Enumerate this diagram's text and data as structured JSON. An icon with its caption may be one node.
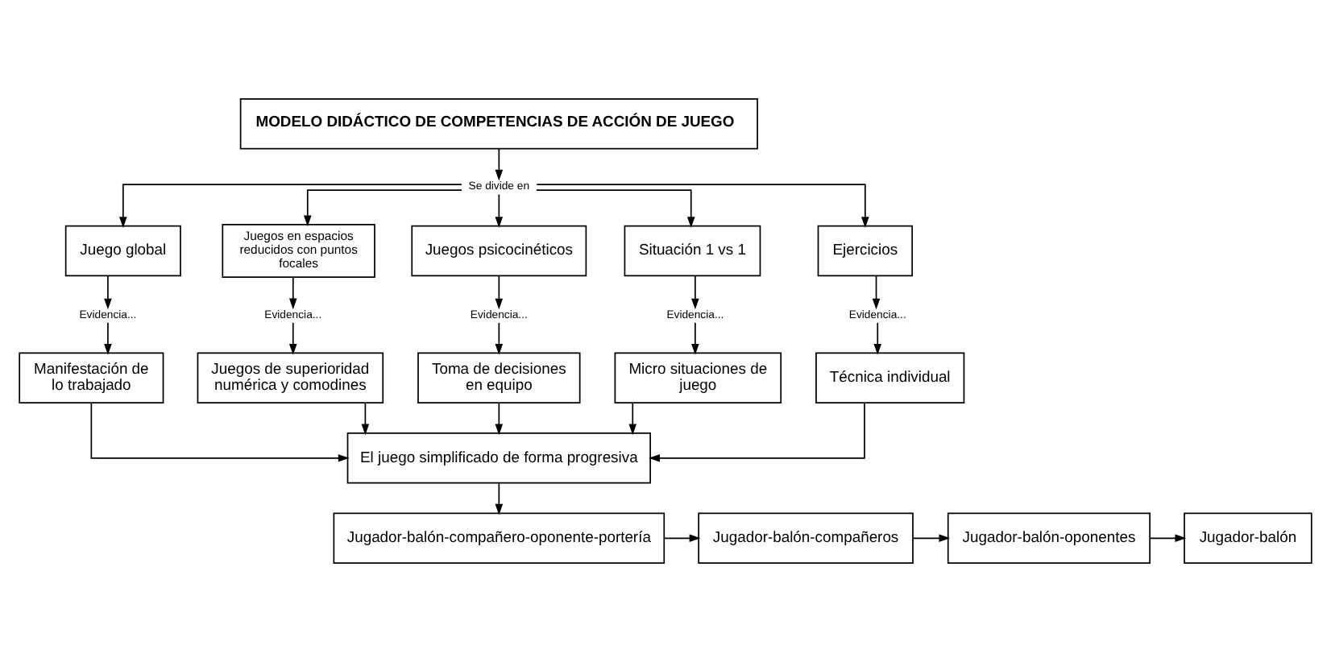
{
  "diagram": {
    "nodes": [
      {
        "text": [
          "MODELO DIDÁCTICO DE COMPETENCIAS DE ACCIÓN DE JUEGO"
        ]
      },
      {
        "text": [
          "Se divide en"
        ]
      },
      {
        "text": [
          "Juego global"
        ]
      },
      {
        "text": [
          "Juegos en espacios reducidos con puntos focales"
        ]
      },
      {
        "text": [
          "Juegos psicocinéticos"
        ]
      },
      {
        "text": [
          "Situación 1 vs 1"
        ]
      },
      {
        "text": [
          "Ejercicios"
        ]
      },
      {
        "text": [
          "Evidencia..."
        ]
      },
      {
        "text": [
          "Evidencia..."
        ]
      },
      {
        "text": [
          "Evidencia..."
        ]
      },
      {
        "text": [
          "Evidencia..."
        ]
      },
      {
        "text": [
          "Evidencia..."
        ]
      },
      {
        "text": [
          "Manifestación de lo trabajado"
        ]
      },
      {
        "text": [
          "Juegos de superioridad numérica y comodines"
        ]
      },
      {
        "text": [
          "Toma de decisiones en equipo"
        ]
      },
      {
        "text": [
          "Micro situaciones de juego"
        ]
      },
      {
        "text": [
          "Técnica individual"
        ]
      },
      {
        "text": [
          "El juego simplificado de forma progresiva"
        ]
      },
      {
        "text": [
          "Jugador-balón-compañero-oponente-portería"
        ]
      },
      {
        "text": [
          "Jugador-balón-compañeros"
        ]
      },
      {
        "text": [
          "Jugador-balón-oponentes"
        ]
      },
      {
        "text": [
          "Jugador-balón"
        ]
      }
    ],
    "edges": [
      {
        "from": 0,
        "to": 1,
        "arrow": "to"
      },
      {
        "from": 1,
        "to": 2,
        "arrow": "to"
      },
      {
        "from": 1,
        "to": 3,
        "arrow": "to"
      },
      {
        "from": 1,
        "to": 4,
        "arrow": "to"
      },
      {
        "from": 1,
        "to": 5,
        "arrow": "to"
      },
      {
        "from": 1,
        "to": 6,
        "arrow": "to"
      },
      {
        "from": 2,
        "to": 7,
        "arrow": "to"
      },
      {
        "from": 3,
        "to": 8,
        "arrow": "to"
      },
      {
        "from": 4,
        "to": 9,
        "arrow": "to"
      },
      {
        "from": 5,
        "to": 10,
        "arrow": "to"
      },
      {
        "from": 6,
        "to": 11,
        "arrow": "to"
      },
      {
        "from": 7,
        "to": 12,
        "arrow": "to"
      },
      {
        "from": 8,
        "to": 13,
        "arrow": "to"
      },
      {
        "from": 9,
        "to": 14,
        "arrow": "to"
      },
      {
        "from": 10,
        "to": 15,
        "arrow": "to"
      },
      {
        "from": 11,
        "to": 16,
        "arrow": "to"
      },
      {
        "from": 12,
        "to": 17,
        "arrow": "to"
      },
      {
        "from": 13,
        "to": 17,
        "arrow": "to"
      },
      {
        "from": 14,
        "to": 17,
        "arrow": "to"
      },
      {
        "from": 15,
        "to": 17,
        "arrow": "to"
      },
      {
        "from": 16,
        "to": 17,
        "arrow": "to"
      },
      {
        "from": 17,
        "to": 18,
        "arrow": "to"
      },
      {
        "from": 18,
        "to": 19,
        "arrow": "to"
      },
      {
        "from": 19,
        "to": 20,
        "arrow": "to"
      },
      {
        "from": 20,
        "to": 21,
        "arrow": "to"
      }
    ]
  }
}
